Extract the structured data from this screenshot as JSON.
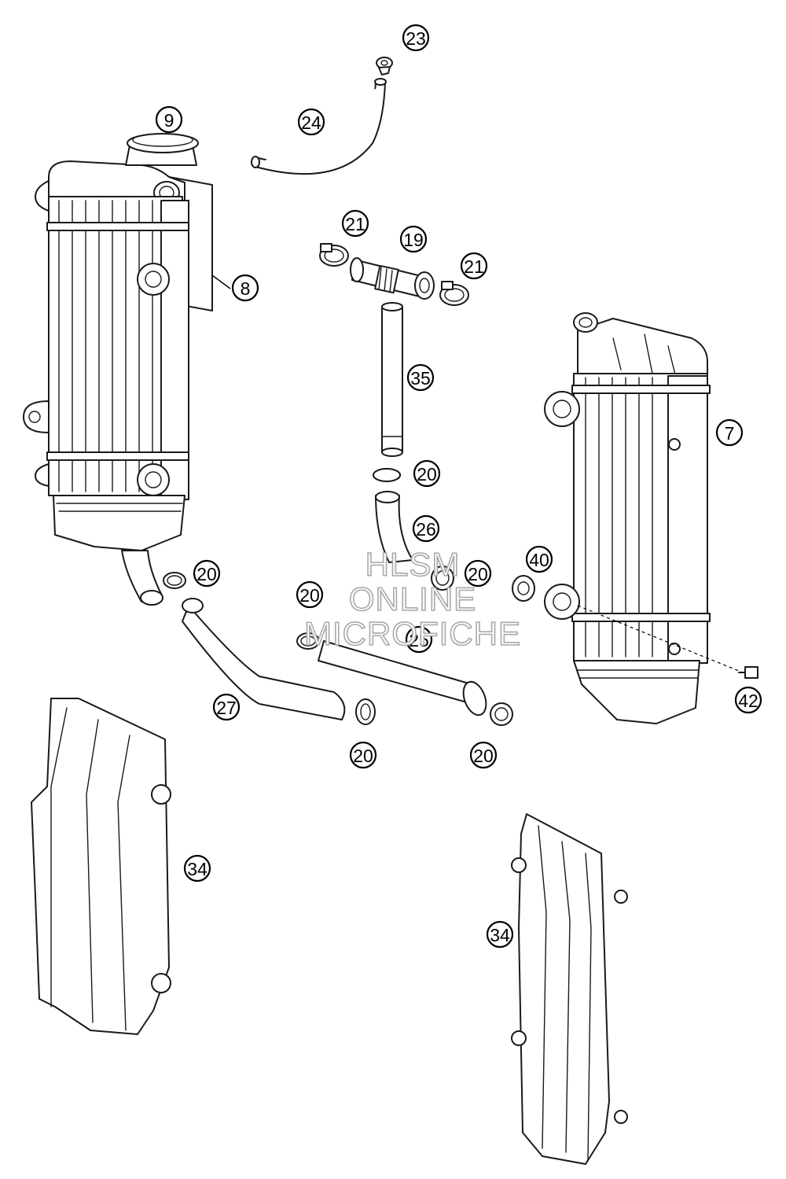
{
  "callouts": [
    {
      "id": "c23",
      "label": "23"
    },
    {
      "id": "c24",
      "label": "24"
    },
    {
      "id": "c9",
      "label": "9"
    },
    {
      "id": "c8",
      "label": "8"
    },
    {
      "id": "c21a",
      "label": "21"
    },
    {
      "id": "c19",
      "label": "19"
    },
    {
      "id": "c21b",
      "label": "21"
    },
    {
      "id": "c35",
      "label": "35"
    },
    {
      "id": "c7",
      "label": "7"
    },
    {
      "id": "c20a",
      "label": "20"
    },
    {
      "id": "c26",
      "label": "26"
    },
    {
      "id": "c20b",
      "label": "20"
    },
    {
      "id": "c40",
      "label": "40"
    },
    {
      "id": "c20c",
      "label": "20"
    },
    {
      "id": "c20d",
      "label": "20"
    },
    {
      "id": "c25",
      "label": "25"
    },
    {
      "id": "c42",
      "label": "42"
    },
    {
      "id": "c27",
      "label": "27"
    },
    {
      "id": "c20e",
      "label": "20"
    },
    {
      "id": "c20f",
      "label": "20"
    },
    {
      "id": "c34a",
      "label": "34"
    },
    {
      "id": "c34b",
      "label": "34"
    }
  ],
  "watermark": {
    "line1": "HLSM",
    "line2": "ONLINE",
    "line3": "MICROFICHE"
  }
}
